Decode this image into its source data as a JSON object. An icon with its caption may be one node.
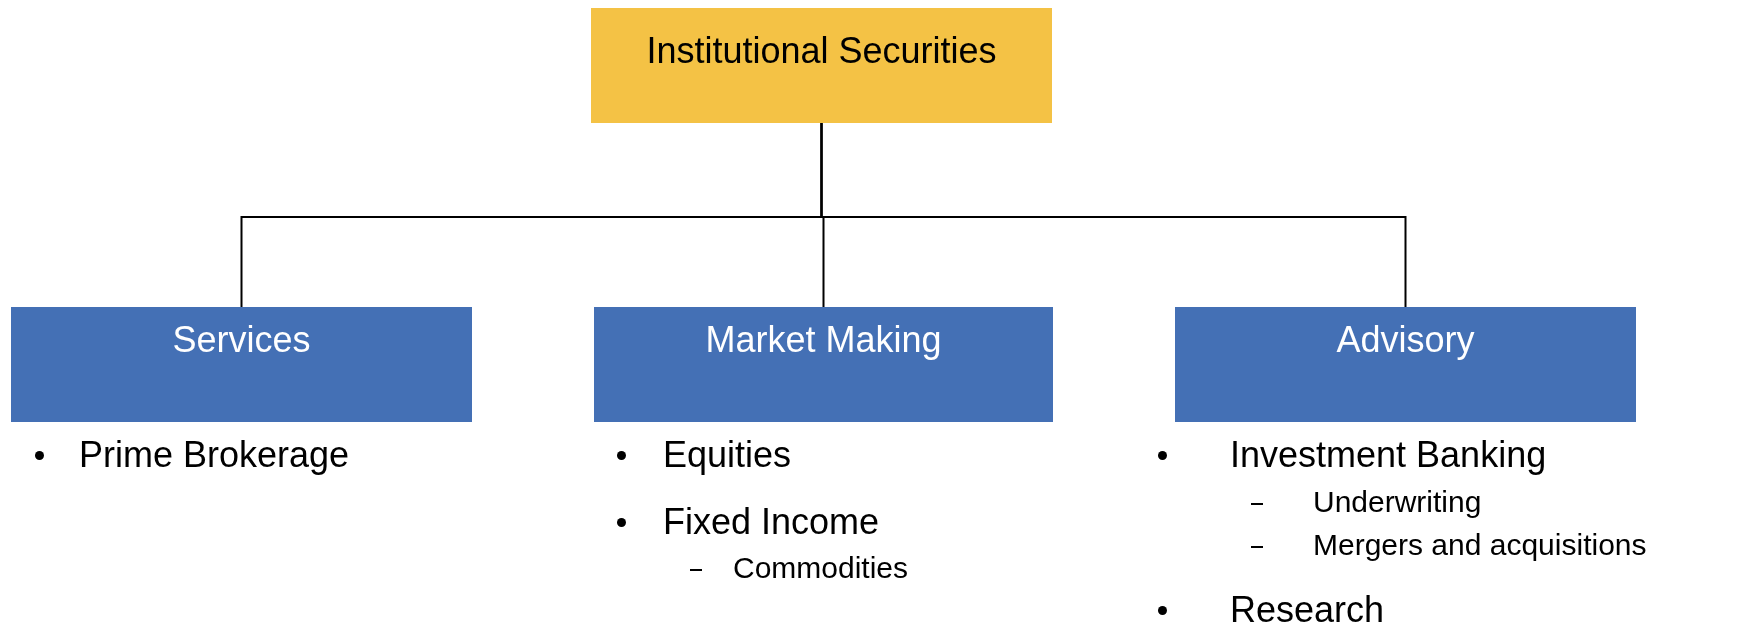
{
  "diagram": {
    "nodes": [
      {
        "text": [
          "Institutional Securities"
        ]
      },
      {
        "text": [
          "Services"
        ],
        "beside": [
          "Prime Brokerage"
        ]
      },
      {
        "text": [
          "Market Making"
        ],
        "beside": [
          "Equities",
          "Fixed Income",
          "Commodities"
        ]
      },
      {
        "text": [
          "Advisory"
        ],
        "beside": [
          "Investment Banking",
          "Underwriting",
          "Mergers and acquisitions",
          "Research"
        ]
      }
    ],
    "edges": [
      {
        "from": 0,
        "to": 1,
        "arrow": "none"
      },
      {
        "from": 0,
        "to": 2,
        "arrow": "none"
      },
      {
        "from": 0,
        "to": 3,
        "arrow": "none"
      }
    ]
  }
}
